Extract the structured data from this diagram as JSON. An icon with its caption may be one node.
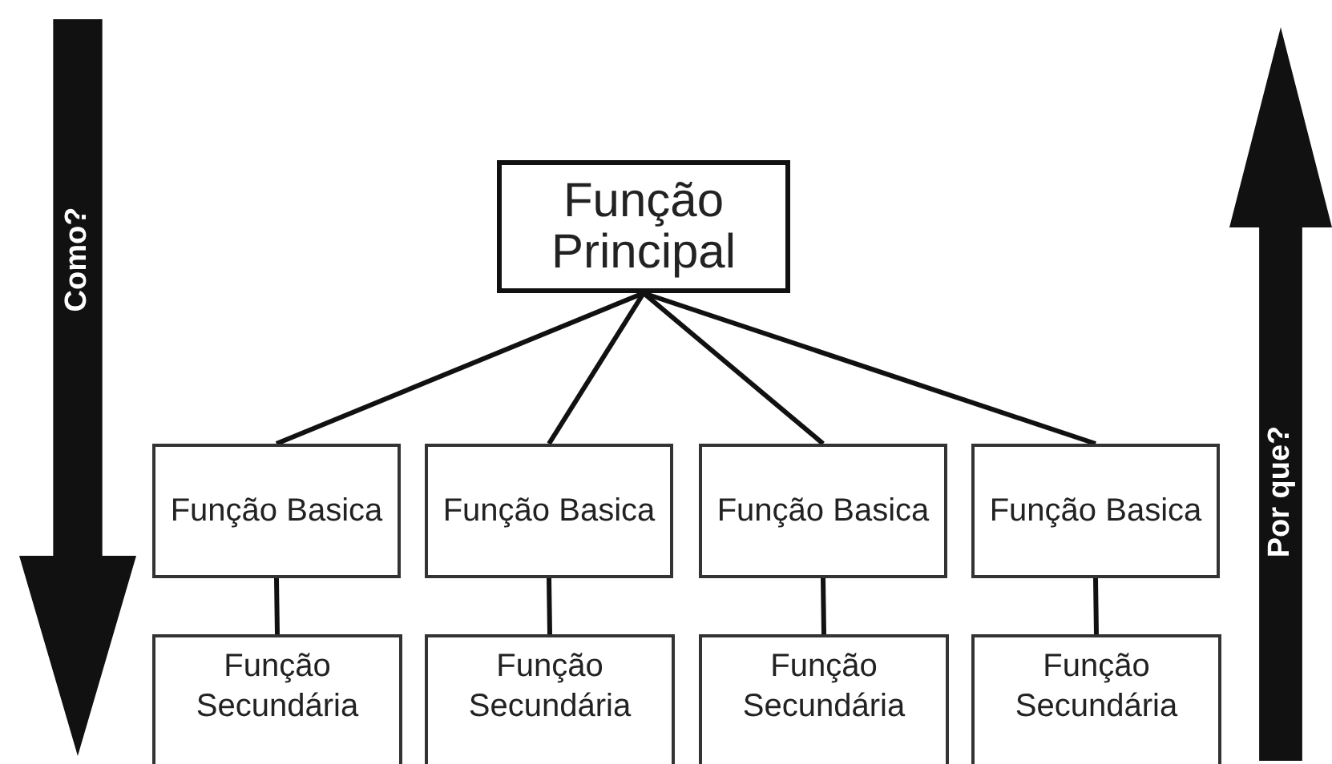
{
  "diagram": {
    "nodes": [
      {
        "text": [
          "Como?"
        ]
      },
      {
        "text": [
          "Função Principal"
        ]
      },
      {
        "text": [
          "Função Basica"
        ]
      },
      {
        "text": [
          "Função Basica"
        ]
      },
      {
        "text": [
          "Função Basica"
        ]
      },
      {
        "text": [
          "Função Basica"
        ]
      },
      {
        "text": [
          "Função Secundária"
        ]
      },
      {
        "text": [
          "Função Secundária"
        ]
      },
      {
        "text": [
          "Função Secundária"
        ]
      },
      {
        "text": [
          "Função Secundária"
        ]
      },
      {
        "text": [
          "Por que?"
        ]
      }
    ],
    "edges": [
      {
        "from": 1,
        "to": 2,
        "arrow": "none"
      },
      {
        "from": 1,
        "to": 3,
        "arrow": "none"
      },
      {
        "from": 1,
        "to": 4,
        "arrow": "none"
      },
      {
        "from": 1,
        "to": 5,
        "arrow": "none"
      },
      {
        "from": 2,
        "to": 6,
        "arrow": "none"
      },
      {
        "from": 3,
        "to": 7,
        "arrow": "none"
      },
      {
        "from": 4,
        "to": 8,
        "arrow": "none"
      },
      {
        "from": 5,
        "to": 9,
        "arrow": "none"
      }
    ]
  }
}
